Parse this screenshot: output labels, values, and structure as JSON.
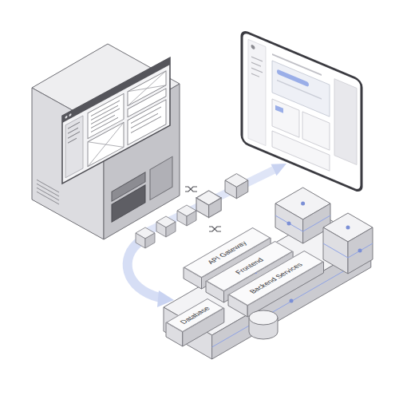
{
  "diagram": {
    "nodes": [
      {
        "text": [
          "API Gateway"
        ]
      },
      {
        "text": [
          "Frontend"
        ]
      },
      {
        "text": [
          "Backend Services"
        ]
      },
      {
        "text": [
          "Database"
        ]
      }
    ]
  }
}
